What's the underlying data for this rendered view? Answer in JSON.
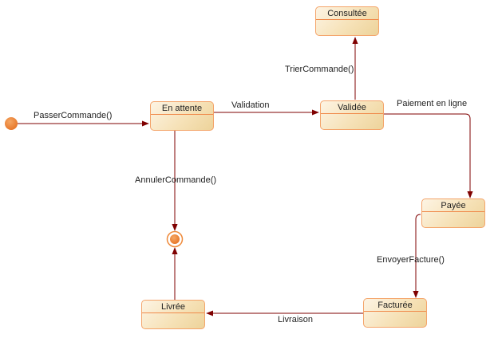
{
  "diagram": {
    "type": "state-machine",
    "colors": {
      "state_border": "#f4a46a",
      "state_divider": "#f08a4b",
      "state_fill_light": "#fdf4e4",
      "state_fill_dark": "#edd39a",
      "transition": "#7f0000",
      "initial_fill": "#ef8a3a"
    },
    "states": {
      "en_attente": "En attente",
      "validee": "Validée",
      "consultee": "Consultée",
      "payee": "Payée",
      "facturee": "Facturée",
      "livree": "Livrée"
    },
    "transitions": {
      "passer_commande": "PasserCommande()",
      "validation": "Validation",
      "trier_commande": "TrierCommande()",
      "paiement_en_ligne": "Paiement en ligne",
      "annuler_commande": "AnnulerCommande()",
      "envoyer_facture": "EnvoyerFacture()",
      "livraison": "Livraison"
    }
  }
}
